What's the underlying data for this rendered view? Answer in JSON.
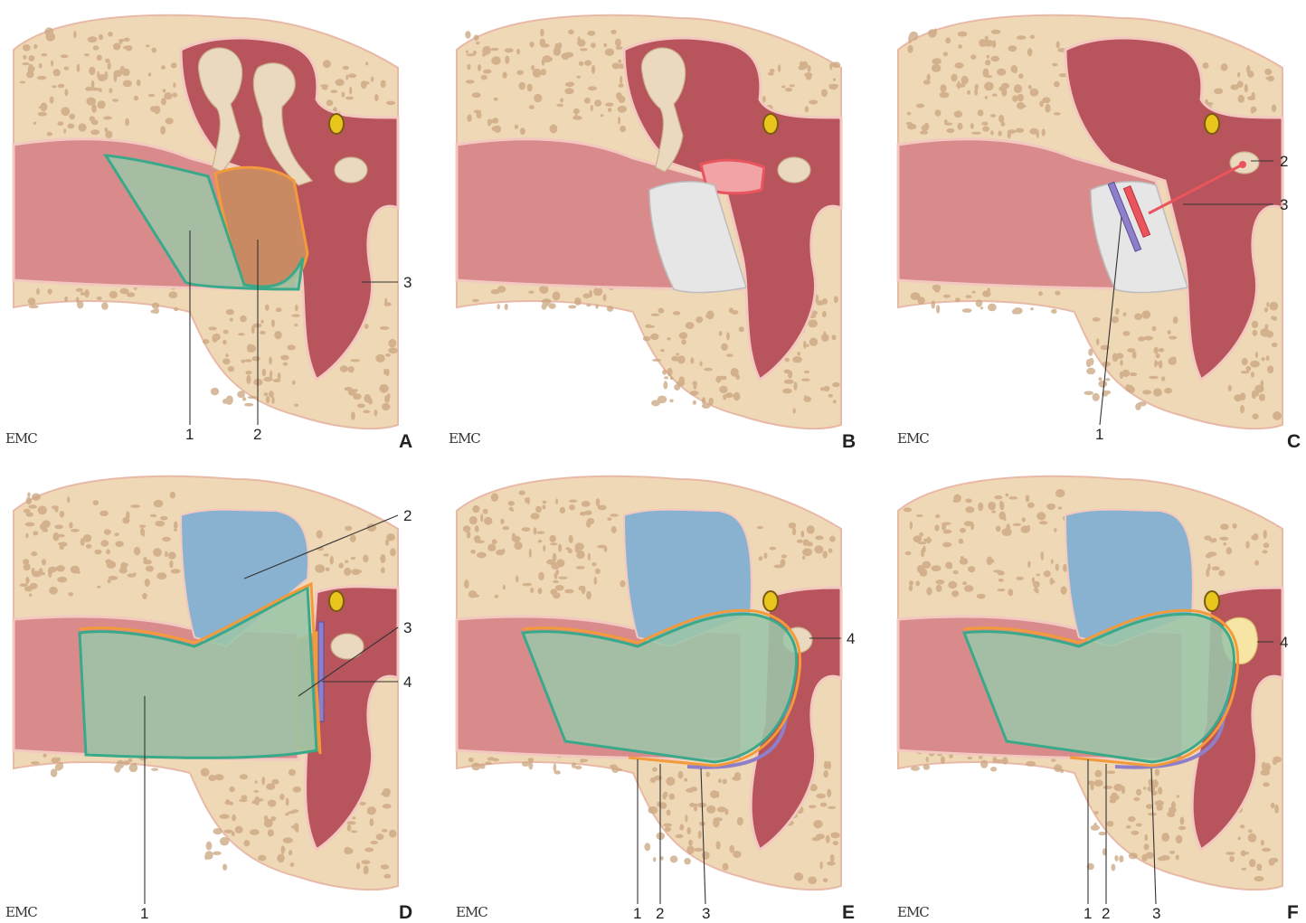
{
  "logo_text": "EMC",
  "colors": {
    "bone": "#efd8b6",
    "bone_pore": "#caa57e",
    "canal": "#d98a8a",
    "cavity": "#b8545c",
    "graft": "#9cc5a8",
    "graft_edge": "#3aa98a",
    "fascia": "#f39a3a",
    "cartilage": "#c98a63",
    "ossicle": "#ead9bf",
    "nerve": "#e8c61b",
    "drum": "#e6e6e6",
    "prosthesis": "#e9545e",
    "purple": "#8f7fc9",
    "obliteration": "#88b2cf"
  },
  "panels": [
    {
      "letter": "A",
      "labels": [
        "1",
        "2",
        "3"
      ]
    },
    {
      "letter": "B",
      "labels": []
    },
    {
      "letter": "C",
      "labels": [
        "1",
        "2",
        "3"
      ]
    },
    {
      "letter": "D",
      "labels": [
        "1",
        "2",
        "3",
        "4"
      ]
    },
    {
      "letter": "E",
      "labels": [
        "1",
        "2",
        "3",
        "4"
      ]
    },
    {
      "letter": "F",
      "labels": [
        "1",
        "2",
        "3",
        "4"
      ]
    }
  ]
}
